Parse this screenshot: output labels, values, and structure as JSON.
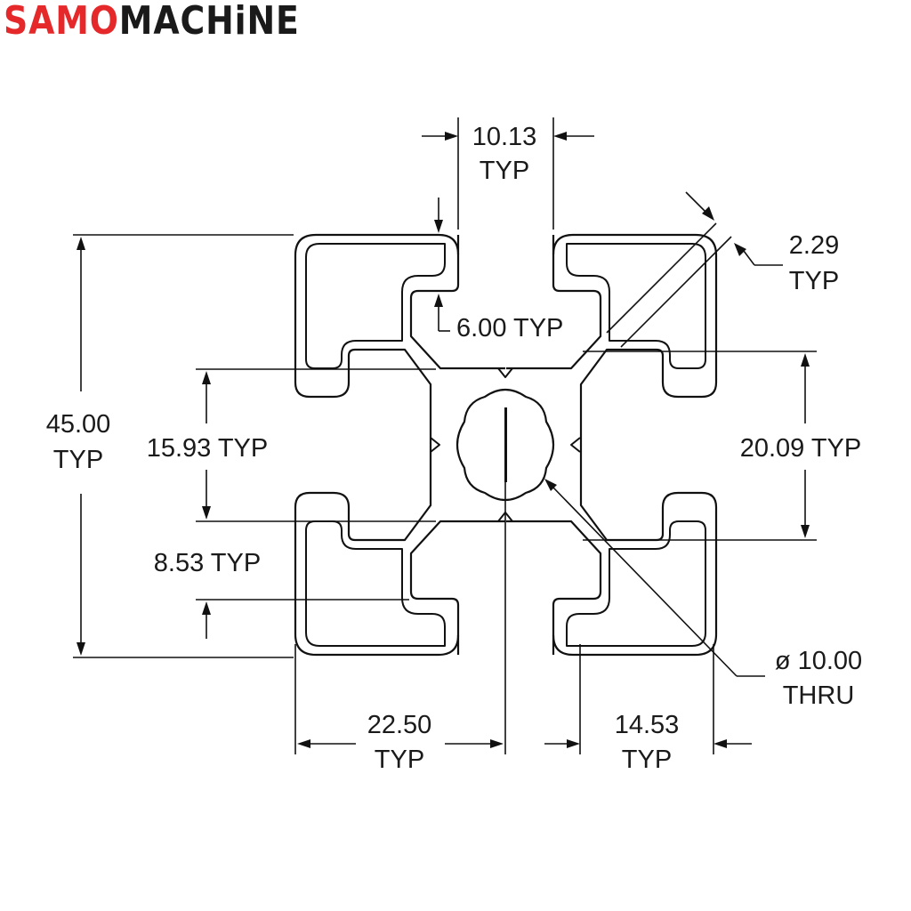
{
  "brand": {
    "part1": "SAMO",
    "part2": "MACHiNE",
    "color_red": "#e5292b",
    "color_dark": "#1a1a1a"
  },
  "dimensions": {
    "slot_width": {
      "value": "10.13",
      "note": "TYP"
    },
    "wall": {
      "value": "2.29",
      "note": "TYP"
    },
    "slot_depth": {
      "label": "6.00 TYP"
    },
    "overall": {
      "value": "45.00",
      "note": "TYP"
    },
    "slot_spacing_left": {
      "label": "15.93 TYP"
    },
    "slot_spacing_right": {
      "label": "20.09 TYP"
    },
    "lip": {
      "label": "8.53 TYP"
    },
    "half_width": {
      "value": "22.50",
      "note": "TYP"
    },
    "corner_width": {
      "value": "14.53",
      "note": "TYP"
    },
    "bore": {
      "value": "ø 10.00",
      "note": "THRU"
    }
  }
}
